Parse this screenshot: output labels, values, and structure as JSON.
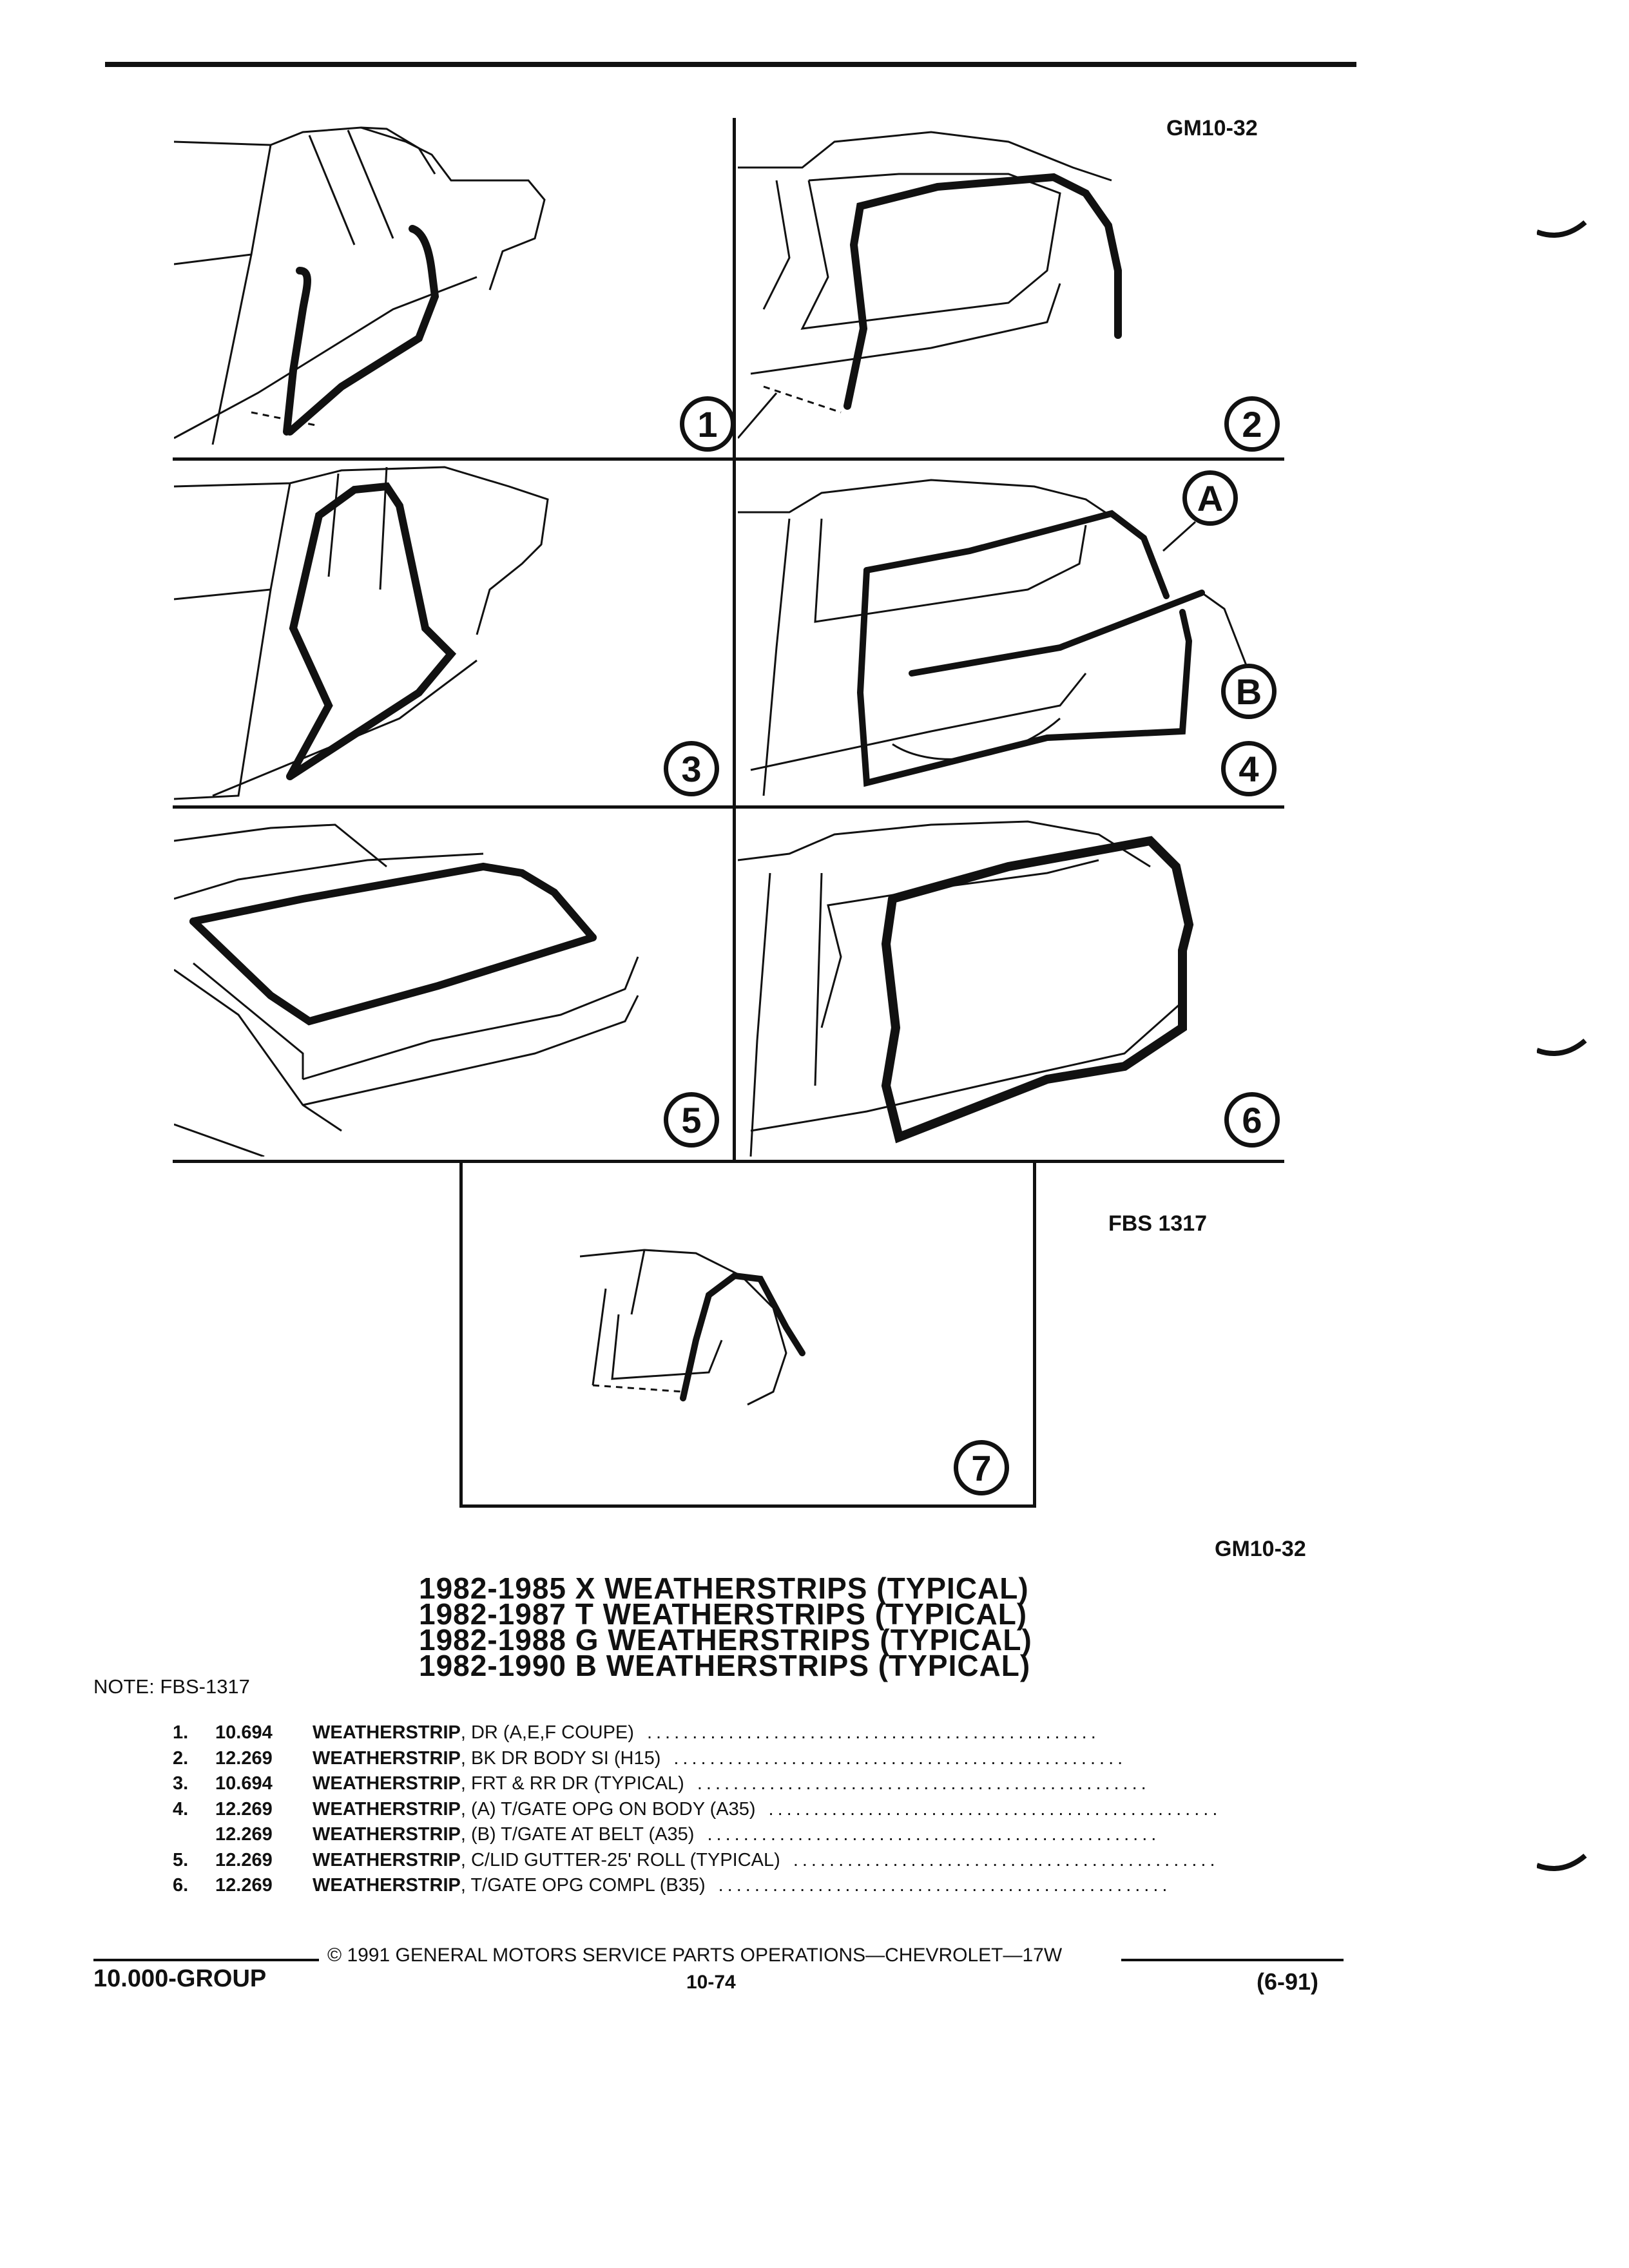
{
  "header": {
    "code_top": "GM10-32"
  },
  "figures": {
    "labels": [
      "1",
      "2",
      "3",
      "4",
      "5",
      "6",
      "7"
    ],
    "callouts": [
      "A",
      "B"
    ],
    "fbs_code": "FBS 1317",
    "code_bottom": "GM10-32"
  },
  "title_lines": [
    "1982-1985 X WEATHERSTRIPS (TYPICAL)",
    "1982-1987 T WEATHERSTRIPS (TYPICAL)",
    "1982-1988 G WEATHERSTRIPS (TYPICAL)",
    "1982-1990 B WEATHERSTRIPS (TYPICAL)"
  ],
  "note": "NOTE:  FBS-1317",
  "parts": [
    {
      "num": "1.",
      "code": "10.694",
      "name": "WEATHERSTRIP",
      "desc": ", DR (A,E,F COUPE)"
    },
    {
      "num": "2.",
      "code": "12.269",
      "name": "WEATHERSTRIP",
      "desc": ", BK DR BODY SI (H15)"
    },
    {
      "num": "3.",
      "code": "10.694",
      "name": "WEATHERSTRIP",
      "desc": ", FRT & RR DR (TYPICAL)"
    },
    {
      "num": "4.",
      "code": "12.269",
      "name": "WEATHERSTRIP",
      "desc": ", (A) T/GATE OPG ON BODY (A35)"
    },
    {
      "num": "",
      "code": "12.269",
      "name": "WEATHERSTRIP",
      "desc": ", (B) T/GATE AT BELT (A35)"
    },
    {
      "num": "5.",
      "code": "12.269",
      "name": "WEATHERSTRIP",
      "desc": ", C/LID GUTTER-25' ROLL (TYPICAL)"
    },
    {
      "num": "6.",
      "code": "12.269",
      "name": "WEATHERSTRIP",
      "desc": ", T/GATE OPG COMPL (B35)"
    }
  ],
  "footer": {
    "copyright": "© 1991 GENERAL MOTORS SERVICE PARTS OPERATIONS—CHEVROLET—17W",
    "group": "10.000-GROUP",
    "page": "10-74",
    "date": "(6-91)"
  }
}
